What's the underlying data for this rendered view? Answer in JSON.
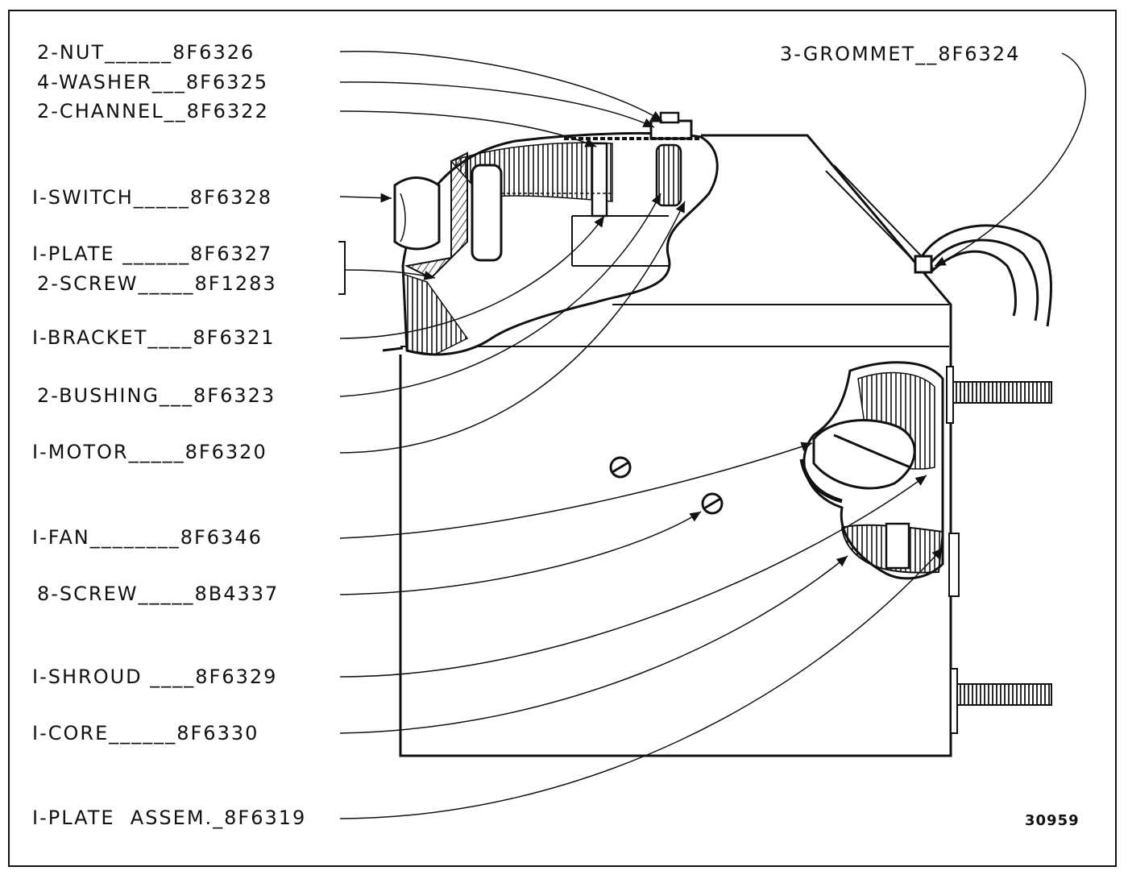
{
  "parts": [
    {
      "qty_name": "2-NUT",
      "part_no": "8F6326"
    },
    {
      "qty_name": "4-WASHER",
      "part_no": "8F6325"
    },
    {
      "qty_name": "2-CHANNEL",
      "part_no": "8F6322"
    },
    {
      "qty_name": "I-SWITCH",
      "part_no": "8F6328"
    },
    {
      "qty_name": "I-PLATE",
      "part_no": "8F6327"
    },
    {
      "qty_name": "2-SCREW",
      "part_no": "8F1283"
    },
    {
      "qty_name": "I-BRACKET",
      "part_no": "8F6321"
    },
    {
      "qty_name": "2-BUSHING",
      "part_no": "8F6323"
    },
    {
      "qty_name": "I-MOTOR",
      "part_no": "8F6320"
    },
    {
      "qty_name": "I-FAN",
      "part_no": "8F6346"
    },
    {
      "qty_name": "8-SCREW",
      "part_no": "8B4337"
    },
    {
      "qty_name": "I-SHROUD",
      "part_no": "8F6329"
    },
    {
      "qty_name": "I-CORE",
      "part_no": "8F6330"
    },
    {
      "qty_name": "I-PLATE ASSEM.",
      "part_no": "8F6319"
    },
    {
      "qty_name": "3-GROMMET",
      "part_no": "8F6324"
    }
  ],
  "label_text": {
    "nut": "2-NUT______8F6326",
    "washer": "4-WASHER___8F6325",
    "channel": "2-CHANNEL__8F6322",
    "switch": "I-SWITCH_____8F6328",
    "plate": "I-PLATE ______8F6327",
    "screw2": "2-SCREW_____8F1283",
    "bracket": "I-BRACKET____8F6321",
    "bushing": "2-BUSHING___8F6323",
    "motor": "I-MOTOR_____8F6320",
    "fan": "I-FAN________8F6346",
    "screw8": "8-SCREW_____8B4337",
    "shroud": "I-SHROUD ____8F6329",
    "core": "I-CORE______8F6330",
    "plate_assem": "I-PLATE  ASSEM._8F6319",
    "grommet": "3-GROMMET__8F6324"
  },
  "catalog_number": "30959"
}
